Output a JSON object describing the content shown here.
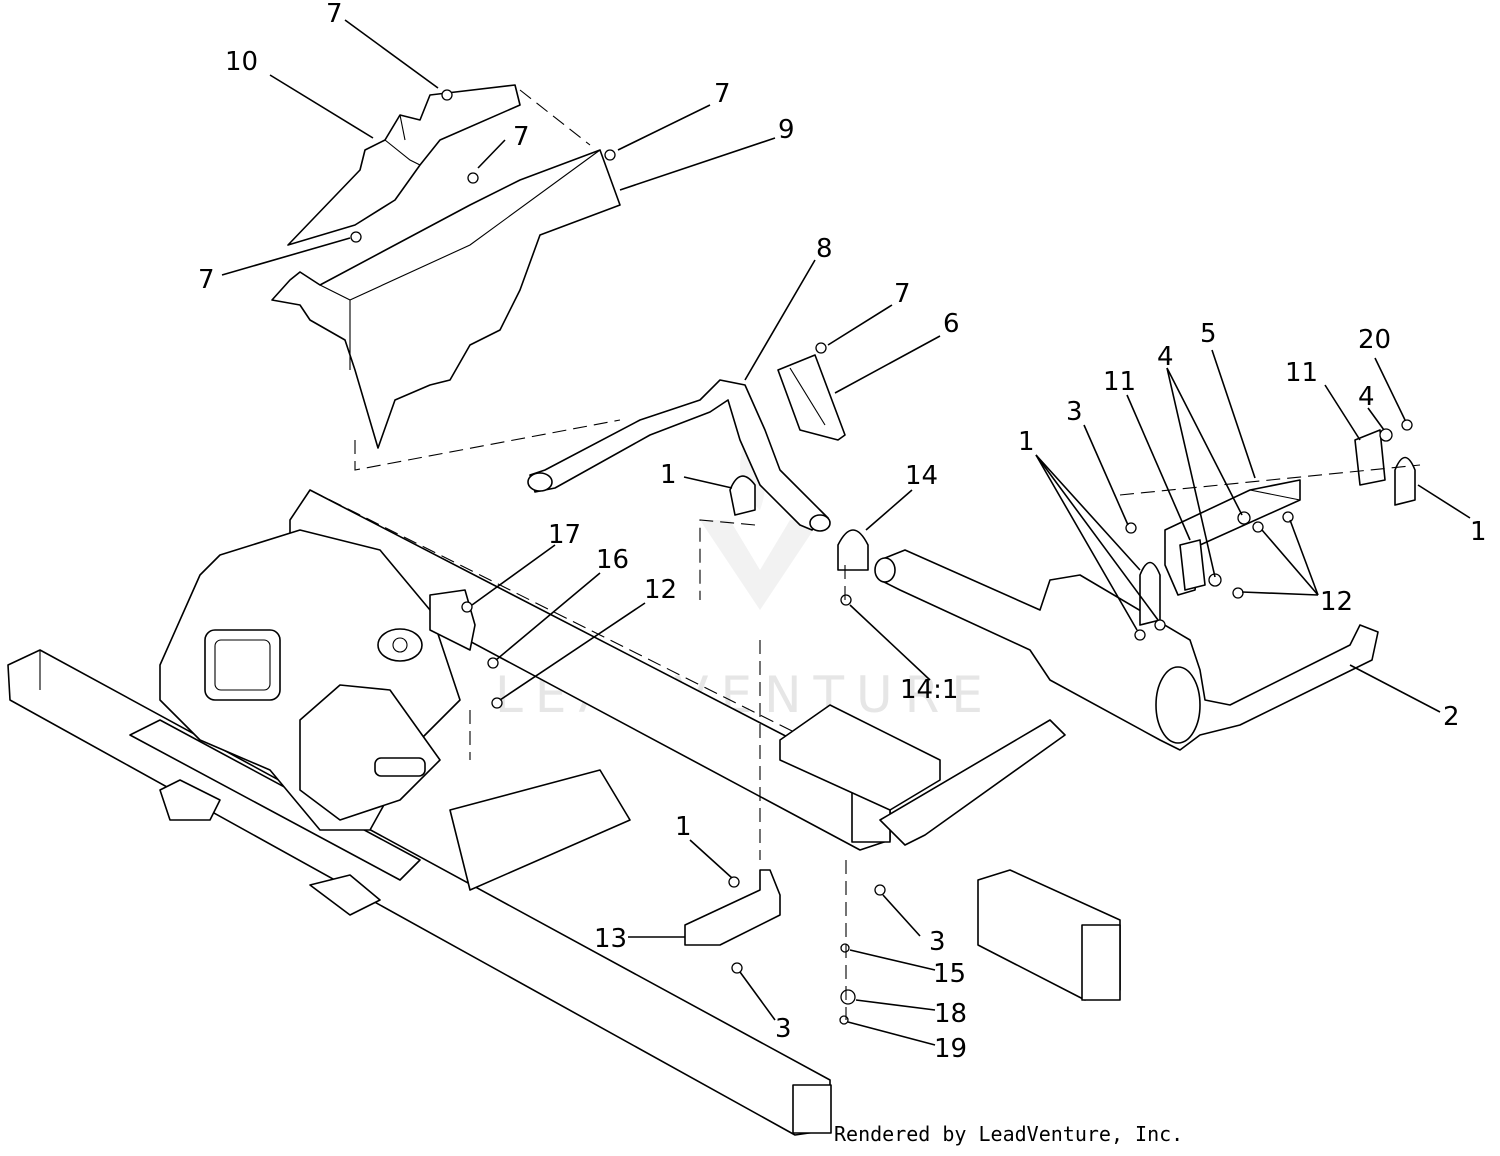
{
  "watermark": "LEADVENTURE",
  "credit": "Rendered by LeadVenture, Inc.",
  "callouts": [
    {
      "id": "c-7-top",
      "label": "7"
    },
    {
      "id": "c-10",
      "label": "10"
    },
    {
      "id": "c-7-b",
      "label": "7"
    },
    {
      "id": "c-7-c",
      "label": "7"
    },
    {
      "id": "c-9",
      "label": "9"
    },
    {
      "id": "c-7-d",
      "label": "7"
    },
    {
      "id": "c-8",
      "label": "8"
    },
    {
      "id": "c-7-e",
      "label": "7"
    },
    {
      "id": "c-6",
      "label": "6"
    },
    {
      "id": "c-5",
      "label": "5"
    },
    {
      "id": "c-4-a",
      "label": "4"
    },
    {
      "id": "c-20",
      "label": "20"
    },
    {
      "id": "c-11-a",
      "label": "11"
    },
    {
      "id": "c-4-b",
      "label": "4"
    },
    {
      "id": "c-3-a",
      "label": "3"
    },
    {
      "id": "c-11-b",
      "label": "11"
    },
    {
      "id": "c-1-a",
      "label": "1"
    },
    {
      "id": "c-14",
      "label": "14"
    },
    {
      "id": "c-1-b",
      "label": "1"
    },
    {
      "id": "c-1-c",
      "label": "1"
    },
    {
      "id": "c-12-a",
      "label": "12"
    },
    {
      "id": "c-17",
      "label": "17"
    },
    {
      "id": "c-16",
      "label": "16"
    },
    {
      "id": "c-12-b",
      "label": "12"
    },
    {
      "id": "c-14-1",
      "label": "14:1"
    },
    {
      "id": "c-2",
      "label": "2"
    },
    {
      "id": "c-1-d",
      "label": "1"
    },
    {
      "id": "c-13",
      "label": "13"
    },
    {
      "id": "c-3-b",
      "label": "3"
    },
    {
      "id": "c-15",
      "label": "15"
    },
    {
      "id": "c-3-c",
      "label": "3"
    },
    {
      "id": "c-18",
      "label": "18"
    },
    {
      "id": "c-19",
      "label": "19"
    }
  ]
}
